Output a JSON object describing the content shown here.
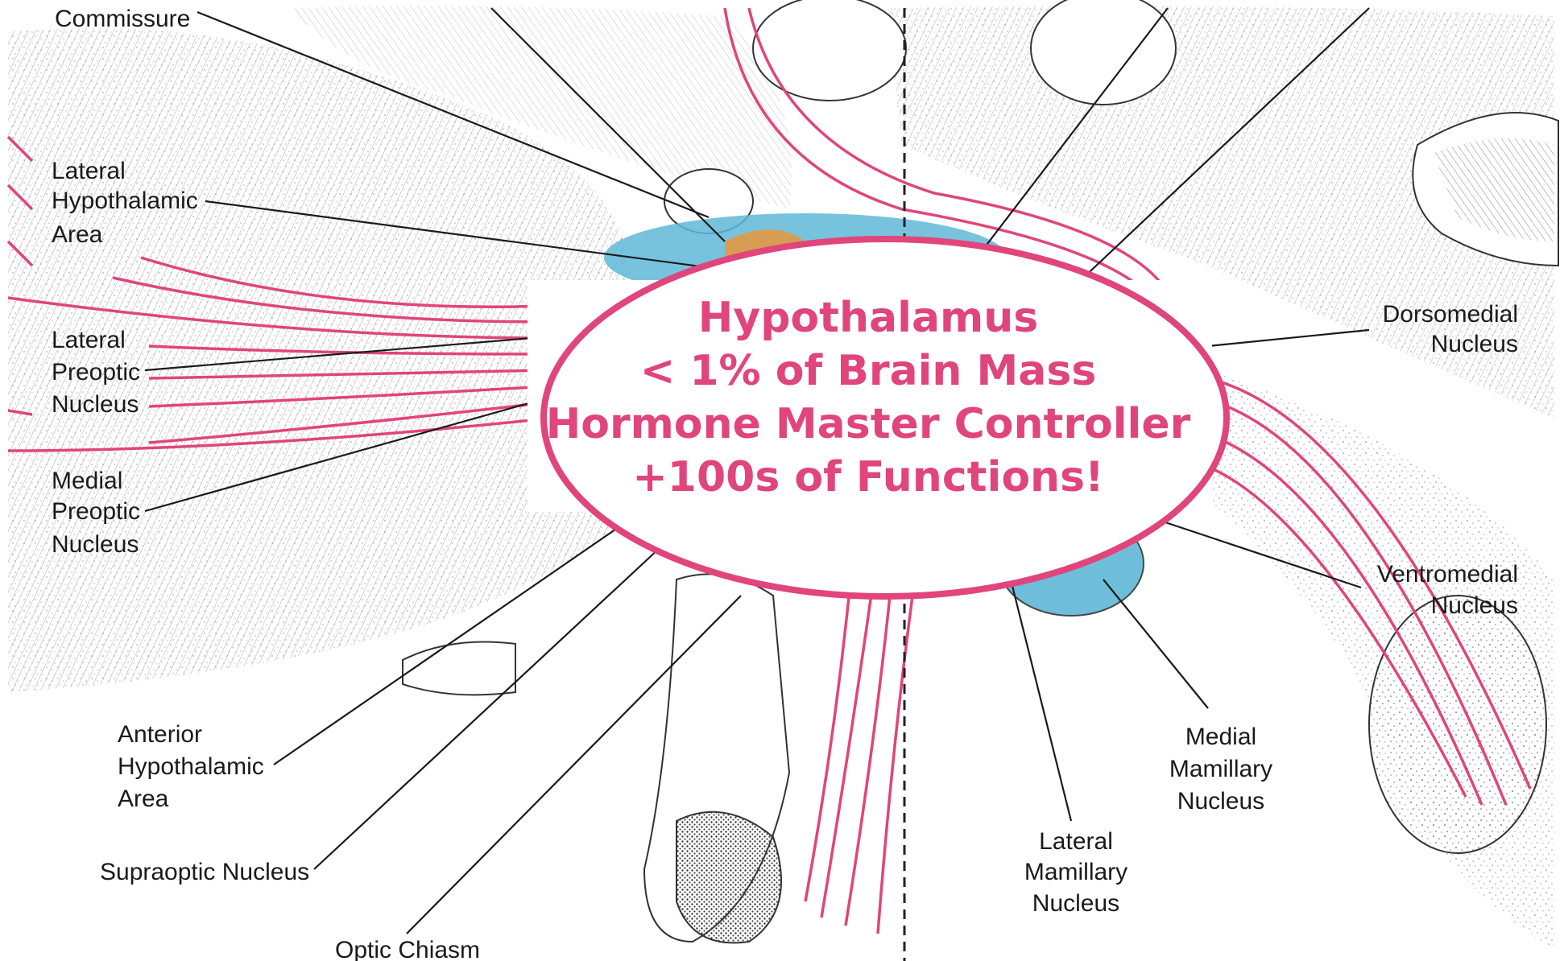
{
  "colors": {
    "accent": "#e0457b",
    "ink": "#1a1a1a",
    "nucleus_blue": "#5fb8d8",
    "nucleus_green": "#7cc04a",
    "nucleus_orange": "#e8963a"
  },
  "labels": {
    "commissure": "Commissure",
    "lateral_hypothalamic_area": [
      "Lateral",
      "Hypothalamic",
      "Area"
    ],
    "lateral_preoptic_nucleus": [
      "Lateral",
      "Preoptic",
      "Nucleus"
    ],
    "medial_preoptic_nucleus": [
      "Medial",
      "Preoptic",
      "Nucleus"
    ],
    "anterior_hypothalamic_area": [
      "Anterior",
      "Hypothalamic",
      "Area"
    ],
    "supraoptic_nucleus": "Supraoptic Nucleus",
    "optic_chiasm": "Optic Chiasm",
    "lateral_mamillary_nucleus": [
      "Lateral",
      "Mamillary",
      "Nucleus"
    ],
    "medial_mamillary_nucleus": [
      "Medial",
      "Mamillary",
      "Nucleus"
    ],
    "ventromedial_nucleus": [
      "Ventromedial",
      "Nucleus"
    ],
    "dorsomedial_nucleus": [
      "Dorsomedial",
      "Nucleus"
    ]
  },
  "callout": {
    "line1": "Hypothalamus",
    "line2": "< 1% of Brain Mass",
    "line3": "Hormone Master Controller",
    "line4": "+100s of Functions!"
  }
}
